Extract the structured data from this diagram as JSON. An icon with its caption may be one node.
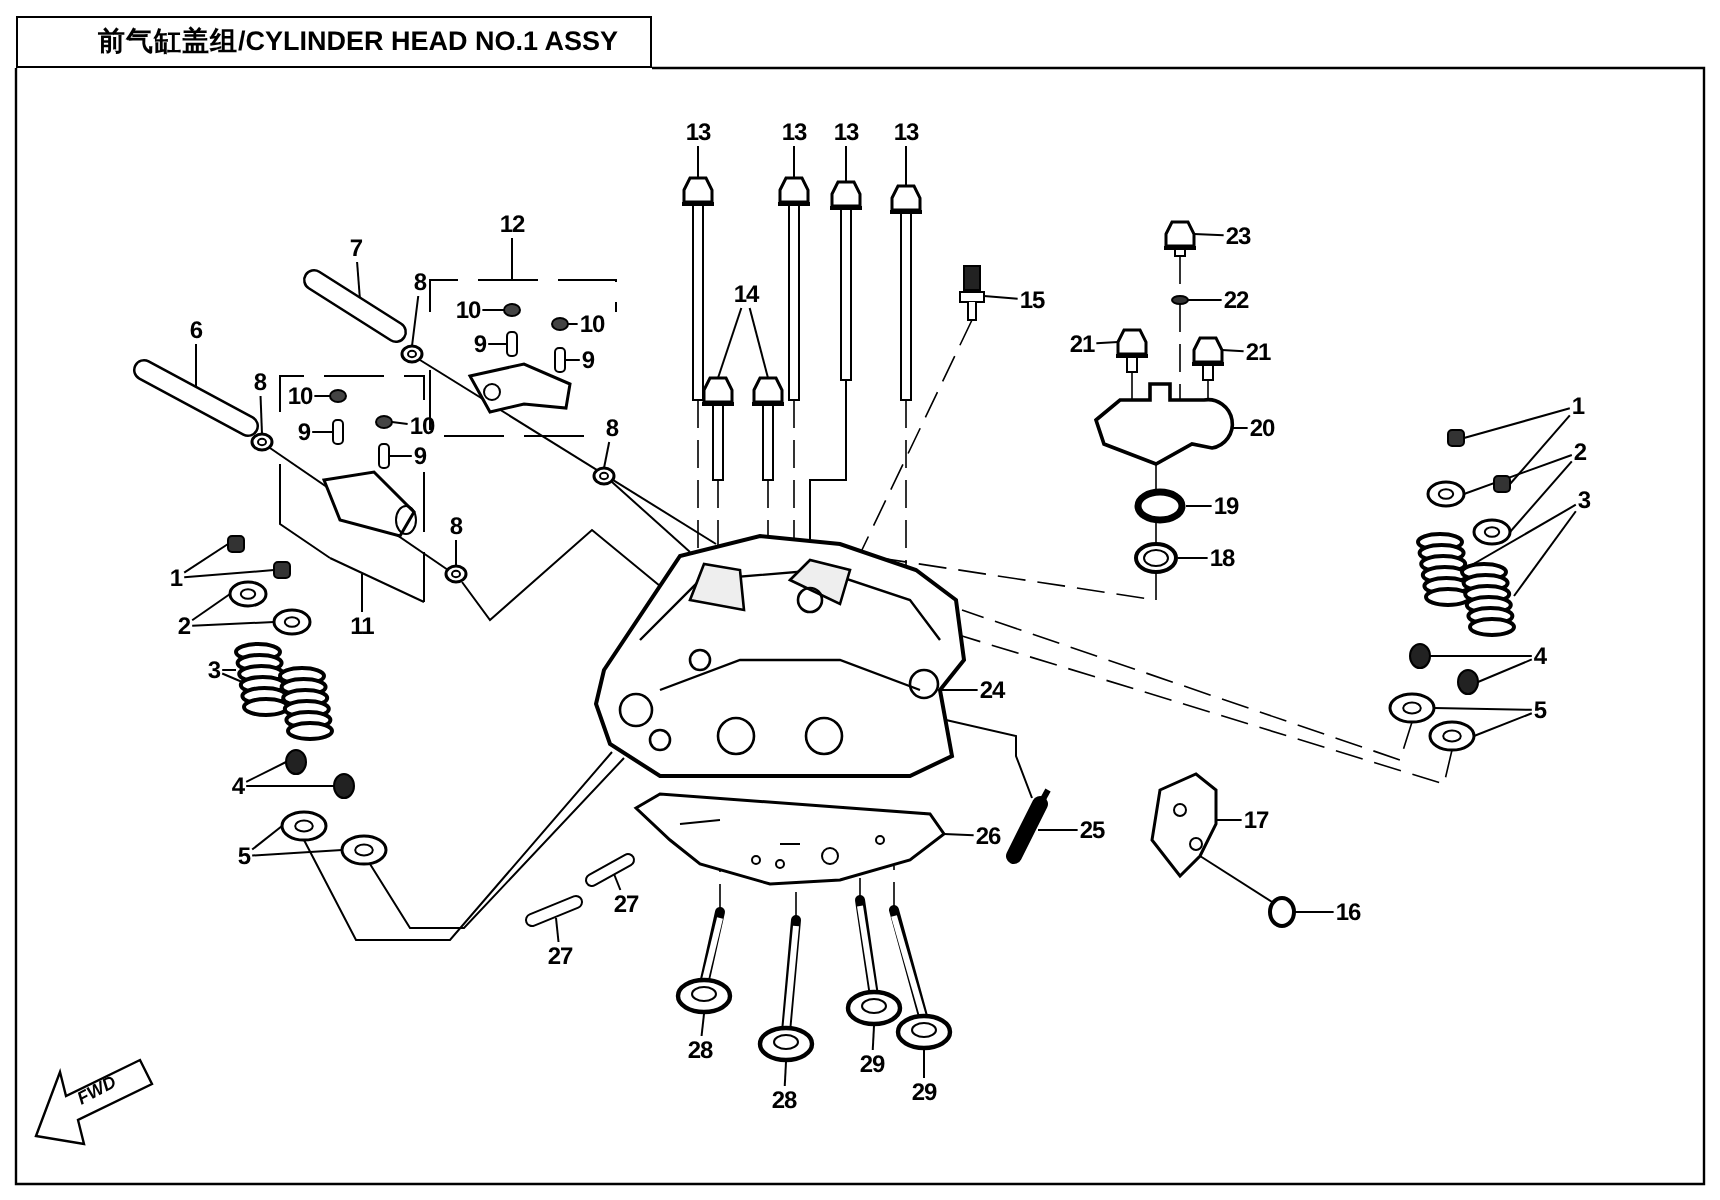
{
  "diagram": {
    "title": "前气缸盖组/CYLINDER HEAD NO.1 ASSY",
    "nodes": [
      {
        "text": [
          "13"
        ]
      },
      {
        "text": [
          "13"
        ]
      },
      {
        "text": [
          "13"
        ]
      },
      {
        "text": [
          "13"
        ]
      },
      {
        "text": [
          "14"
        ]
      },
      {
        "text": [
          "15"
        ]
      },
      {
        "text": [
          "7"
        ]
      },
      {
        "text": [
          "8"
        ]
      },
      {
        "text": [
          "12"
        ]
      },
      {
        "text": [
          "10"
        ]
      },
      {
        "text": [
          "10"
        ]
      },
      {
        "text": [
          "9"
        ]
      },
      {
        "text": [
          "9"
        ]
      },
      {
        "text": [
          "6"
        ]
      },
      {
        "text": [
          "8"
        ]
      },
      {
        "text": [
          "10"
        ]
      },
      {
        "text": [
          "10"
        ]
      },
      {
        "text": [
          "9"
        ]
      },
      {
        "text": [
          "9"
        ]
      },
      {
        "text": [
          "8"
        ]
      },
      {
        "text": [
          "8"
        ]
      },
      {
        "text": [
          "11"
        ]
      },
      {
        "text": [
          "1"
        ]
      },
      {
        "text": [
          "2"
        ]
      },
      {
        "text": [
          "3"
        ]
      },
      {
        "text": [
          "4"
        ]
      },
      {
        "text": [
          "5"
        ]
      },
      {
        "text": [
          "23"
        ]
      },
      {
        "text": [
          "22"
        ]
      },
      {
        "text": [
          "21"
        ]
      },
      {
        "text": [
          "21"
        ]
      },
      {
        "text": [
          "20"
        ]
      },
      {
        "text": [
          "19"
        ]
      },
      {
        "text": [
          "18"
        ]
      },
      {
        "text": [
          "1"
        ]
      },
      {
        "text": [
          "2"
        ]
      },
      {
        "text": [
          "3"
        ]
      },
      {
        "text": [
          "4"
        ]
      },
      {
        "text": [
          "5"
        ]
      },
      {
        "text": [
          "24"
        ]
      },
      {
        "text": [
          "26"
        ]
      },
      {
        "text": [
          "25"
        ]
      },
      {
        "text": [
          "17"
        ]
      },
      {
        "text": [
          "16"
        ]
      },
      {
        "text": [
          "27"
        ]
      },
      {
        "text": [
          "27"
        ]
      },
      {
        "text": [
          "28"
        ]
      },
      {
        "text": [
          "28"
        ]
      },
      {
        "text": [
          "29"
        ]
      },
      {
        "text": [
          "29"
        ]
      },
      {
        "text": [],
        "shape": "picture"
      },
      {
        "text": [],
        "shape": "picture"
      },
      {
        "text": [],
        "shape": "picture"
      },
      {
        "text": [],
        "shape": "picture"
      },
      {
        "text": [],
        "shape": "picture"
      },
      {
        "text": [],
        "shape": "picture"
      },
      {
        "text": [],
        "shape": "picture"
      },
      {
        "text": [],
        "shape": "picture"
      },
      {
        "text": [],
        "shape": "picture"
      },
      {
        "text": [],
        "shape": "bracket"
      },
      {
        "text": [],
        "shape": "circle"
      },
      {
        "text": [],
        "shape": "circle"
      },
      {
        "text": [],
        "shape": "box"
      },
      {
        "text": [],
        "shape": "box"
      },
      {
        "text": [],
        "shape": "picture"
      },
      {
        "text": [],
        "shape": "picture"
      },
      {
        "text": [],
        "shape": "circle"
      },
      {
        "text": [],
        "shape": "circle"
      },
      {
        "text": [],
        "shape": "box"
      },
      {
        "text": [],
        "shape": "box"
      },
      {
        "text": [],
        "shape": "picture"
      },
      {
        "text": [],
        "shape": "picture"
      },
      {
        "text": [],
        "shape": "bracket"
      },
      {
        "text": [],
        "shape": "box"
      },
      {
        "text": [],
        "shape": "box"
      },
      {
        "text": [],
        "shape": "picture"
      },
      {
        "text": [],
        "shape": "picture"
      },
      {
        "text": [],
        "shape": "picture"
      },
      {
        "text": [],
        "shape": "picture"
      },
      {
        "text": [],
        "shape": "circle"
      },
      {
        "text": [],
        "shape": "circle"
      },
      {
        "text": [],
        "shape": "picture"
      },
      {
        "text": [],
        "shape": "picture"
      },
      {
        "text": [],
        "shape": "box"
      },
      {
        "text": [],
        "shape": "circle"
      },
      {
        "text": [],
        "shape": "box"
      },
      {
        "text": [],
        "shape": "box"
      },
      {
        "text": [],
        "shape": "picture"
      },
      {
        "text": [],
        "shape": "picture"
      },
      {
        "text": [],
        "shape": "picture"
      },
      {
        "text": [],
        "shape": "box"
      },
      {
        "text": [],
        "shape": "box"
      },
      {
        "text": [],
        "shape": "picture"
      },
      {
        "text": [],
        "shape": "picture"
      },
      {
        "text": [],
        "shape": "picture"
      },
      {
        "text": [],
        "shape": "picture"
      },
      {
        "text": [],
        "shape": "circle"
      },
      {
        "text": [],
        "shape": "circle"
      },
      {
        "text": [],
        "shape": "picture"
      },
      {
        "text": [],
        "shape": "picture"
      },
      {
        "text": [],
        "shape": "picture"
      },
      {
        "text": [],
        "shape": "picture"
      },
      {
        "text": [],
        "shape": "picture"
      },
      {
        "text": [],
        "shape": "picture"
      },
      {
        "text": [],
        "shape": "picture"
      },
      {
        "text": [],
        "shape": "picture"
      },
      {
        "text": [],
        "shape": "picture"
      },
      {
        "text": [],
        "shape": "picture"
      },
      {
        "text": [],
        "shape": "picture"
      },
      {
        "text": [],
        "shape": "picture"
      },
      {
        "text": [],
        "shape": "picture"
      }
    ],
    "edges": [
      {
        "from": 0,
        "to": 50,
        "arrow": "none"
      },
      {
        "from": 1,
        "to": 51,
        "arrow": "none"
      },
      {
        "from": 2,
        "to": 52,
        "arrow": "none"
      },
      {
        "from": 3,
        "to": 53,
        "arrow": "none"
      },
      {
        "from": 4,
        "to": 54,
        "arrow": "none"
      },
      {
        "from": 4,
        "to": 55,
        "arrow": "none"
      },
      {
        "from": 5,
        "to": 56,
        "arrow": "none"
      },
      {
        "from": 6,
        "to": 57,
        "arrow": "none"
      },
      {
        "from": 7,
        "to": 58,
        "arrow": "none"
      },
      {
        "from": 8,
        "to": 59,
        "arrow": "none"
      },
      {
        "from": 9,
        "to": 60,
        "arrow": "none"
      },
      {
        "from": 10,
        "to": 61,
        "arrow": "none"
      },
      {
        "from": 11,
        "to": 62,
        "arrow": "none"
      },
      {
        "from": 12,
        "to": 63,
        "arrow": "none"
      },
      {
        "from": 13,
        "to": 64,
        "arrow": "none"
      },
      {
        "from": 14,
        "to": 65,
        "arrow": "none"
      },
      {
        "from": 15,
        "to": 66,
        "arrow": "none"
      },
      {
        "from": 16,
        "to": 67,
        "arrow": "none"
      },
      {
        "from": 17,
        "to": 68,
        "arrow": "none"
      },
      {
        "from": 18,
        "to": 69,
        "arrow": "none"
      },
      {
        "from": 19,
        "to": 70,
        "arrow": "none"
      },
      {
        "from": 20,
        "to": 71,
        "arrow": "none"
      },
      {
        "from": 21,
        "to": 72,
        "arrow": "none"
      },
      {
        "from": 22,
        "to": 73,
        "arrow": "none"
      },
      {
        "from": 22,
        "to": 74,
        "arrow": "none"
      },
      {
        "from": 23,
        "to": 75,
        "arrow": "none"
      },
      {
        "from": 23,
        "to": 76,
        "arrow": "none"
      },
      {
        "from": 24,
        "to": 77,
        "arrow": "none"
      },
      {
        "from": 24,
        "to": 78,
        "arrow": "none"
      },
      {
        "from": 25,
        "to": 79,
        "arrow": "none"
      },
      {
        "from": 25,
        "to": 80,
        "arrow": "none"
      },
      {
        "from": 26,
        "to": 81,
        "arrow": "none"
      },
      {
        "from": 26,
        "to": 82,
        "arrow": "none"
      },
      {
        "from": 27,
        "to": 83,
        "arrow": "none"
      },
      {
        "from": 28,
        "to": 84,
        "arrow": "none"
      },
      {
        "from": 29,
        "to": 85,
        "arrow": "none"
      },
      {
        "from": 30,
        "to": 86,
        "arrow": "none"
      },
      {
        "from": 31,
        "to": 87,
        "arrow": "none"
      },
      {
        "from": 32,
        "to": 88,
        "arrow": "none"
      },
      {
        "from": 33,
        "to": 89,
        "arrow": "none"
      },
      {
        "from": 34,
        "to": 90,
        "arrow": "none"
      },
      {
        "from": 34,
        "to": 91,
        "arrow": "none"
      },
      {
        "from": 35,
        "to": 92,
        "arrow": "none"
      },
      {
        "from": 35,
        "to": 93,
        "arrow": "none"
      },
      {
        "from": 36,
        "to": 94,
        "arrow": "none"
      },
      {
        "from": 36,
        "to": 95,
        "arrow": "none"
      },
      {
        "from": 37,
        "to": 96,
        "arrow": "none"
      },
      {
        "from": 37,
        "to": 97,
        "arrow": "none"
      },
      {
        "from": 38,
        "to": 98,
        "arrow": "none"
      },
      {
        "from": 38,
        "to": 99,
        "arrow": "none"
      },
      {
        "from": 39,
        "to": 100,
        "arrow": "none"
      },
      {
        "from": 40,
        "to": 101,
        "arrow": "none"
      },
      {
        "from": 41,
        "to": 102,
        "arrow": "none"
      },
      {
        "from": 42,
        "to": 103,
        "arrow": "none"
      },
      {
        "from": 43,
        "to": 104,
        "arrow": "none"
      },
      {
        "from": 44,
        "to": 105,
        "arrow": "none"
      },
      {
        "from": 45,
        "to": 106,
        "arrow": "none"
      },
      {
        "from": 46,
        "to": 107,
        "arrow": "none"
      },
      {
        "from": 47,
        "to": 108,
        "arrow": "none"
      },
      {
        "from": 48,
        "to": 109,
        "arrow": "none"
      },
      {
        "from": 49,
        "to": 110,
        "arrow": "none"
      },
      {
        "from": 50,
        "to": 100,
        "arrow": "none",
        "style": "dashed"
      },
      {
        "from": 51,
        "to": 100,
        "arrow": "none",
        "style": "dashed"
      },
      {
        "from": 52,
        "to": 100,
        "arrow": "none"
      },
      {
        "from": 53,
        "to": 100,
        "arrow": "none",
        "style": "dashed"
      },
      {
        "from": 56,
        "to": 100,
        "arrow": "none",
        "style": "dashed"
      },
      {
        "from": 54,
        "to": 100,
        "arrow": "none",
        "style": "dashed"
      },
      {
        "from": 55,
        "to": 100,
        "arrow": "none",
        "style": "dashed"
      },
      {
        "from": 81,
        "to": 100,
        "arrow": "none"
      },
      {
        "from": 82,
        "to": 100,
        "arrow": "none"
      },
      {
        "from": 98,
        "to": 100,
        "arrow": "none",
        "style": "dashed"
      },
      {
        "from": 99,
        "to": 100,
        "arrow": "none",
        "style": "dashed"
      },
      {
        "from": 89,
        "to": 100,
        "arrow": "none",
        "style": "dashed"
      },
      {
        "from": 71,
        "to": 100,
        "arrow": "none"
      },
      {
        "from": 70,
        "to": 100,
        "arrow": "none"
      },
      {
        "from": 58,
        "to": 100,
        "arrow": "none"
      },
      {
        "from": 65,
        "to": 71,
        "arrow": "none"
      },
      {
        "from": 83,
        "to": 84,
        "arrow": "none",
        "style": "dashed"
      },
      {
        "from": 84,
        "to": 87,
        "arrow": "none",
        "style": "dashed"
      },
      {
        "from": 85,
        "to": 87,
        "arrow": "none",
        "style": "dashed"
      },
      {
        "from": 86,
        "to": 87,
        "arrow": "none",
        "style": "dashed"
      },
      {
        "from": 87,
        "to": 88,
        "arrow": "none",
        "style": "dashed"
      },
      {
        "from": 88,
        "to": 89,
        "arrow": "none",
        "style": "dashed"
      },
      {
        "from": 102,
        "to": 100,
        "arrow": "none"
      },
      {
        "from": 103,
        "to": 104,
        "arrow": "none"
      },
      {
        "from": 107,
        "to": 101,
        "arrow": "none",
        "style": "dashed"
      },
      {
        "from": 108,
        "to": 101,
        "arrow": "none",
        "style": "dashed"
      },
      {
        "from": 109,
        "to": 101,
        "arrow": "none",
        "style": "dashed"
      },
      {
        "from": 110,
        "to": 101,
        "arrow": "none",
        "style": "dashed"
      }
    ],
    "labels": [
      "FWD"
    ]
  }
}
